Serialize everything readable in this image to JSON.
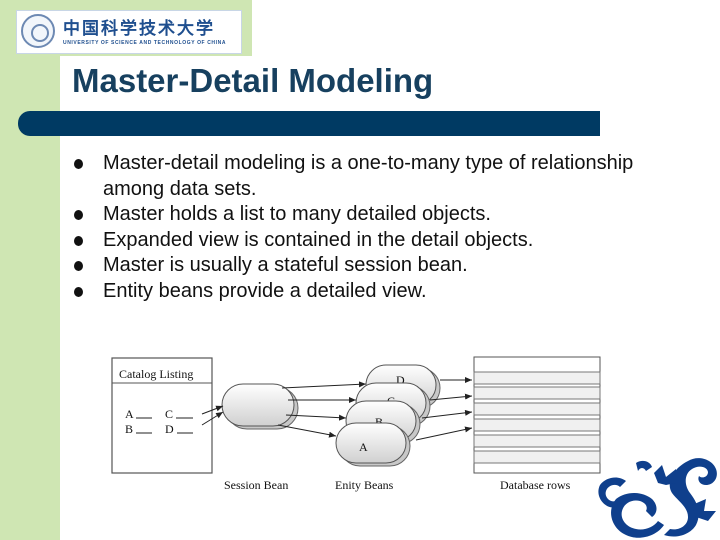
{
  "header": {
    "logo_cn": "中国科学技术大学",
    "logo_en": "UNIVERSITY OF SCIENCE AND TECHNOLOGY OF CHINA"
  },
  "title": "Master-Detail Modeling",
  "bullets": [
    "Master-detail modeling is a one-to-many type of relationship among data sets.",
    "Master holds a list to many detailed objects.",
    "Expanded view is contained in the detail objects.",
    "Master is usually a stateful session bean.",
    "Entity beans provide a detailed view."
  ],
  "diagram": {
    "catalog_title": "Catalog Listing",
    "catalog_items": [
      "A",
      "C",
      "B",
      "D"
    ],
    "entity_labels": [
      "D",
      "C",
      "B",
      "A"
    ],
    "captions": {
      "session": "Session Bean",
      "entity": "Enity Beans",
      "database": "Database rows"
    }
  }
}
